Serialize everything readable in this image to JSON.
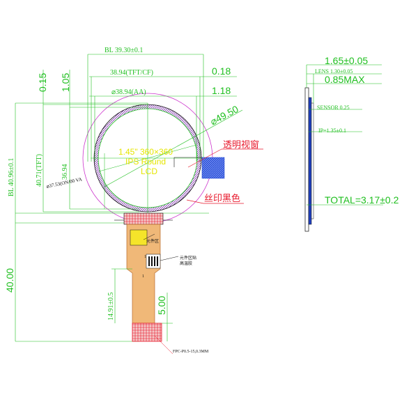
{
  "front": {
    "bl_width": "BL 39.30±0.1",
    "tft_width": "38.94(TFT/CF)",
    "aa_diameter": "⌀38.94(AA)",
    "dim_018": "0.18",
    "dim_118": "1.18",
    "dim_015": "0.15",
    "dim_105": "1.05",
    "outer_diameter": "⌀49.50",
    "bl_height": "BL 40.96±0.1",
    "tft_height": "40.71(TFT)",
    "inner_height": "36.94",
    "va_diameter": "⌀37.53(ON/00 VA",
    "window_label": "透明视窗",
    "ink_label": "丝印黑色",
    "lcd_line1": "1.45\" 360×360",
    "lcd_line2": "IPS Round",
    "lcd_line3": "LCD",
    "component_area": "元件区",
    "component_note_1": "元件区贴",
    "component_note_2": "高温胶",
    "pin_1a": "1",
    "pin_1b": "1",
    "total_height": "40.00",
    "fpc_length": "14.91±0.5",
    "stiffener": "5.00",
    "connector_label": "FPC-P0.5-15,0.3MM"
  },
  "side": {
    "dim_165": "1.65±0.05",
    "lens": "LENS 1.30±0.05",
    "dim_085": "0.85MAX",
    "sensor": "SENSOR 0.25",
    "ip": "IP=1.35±0.1",
    "total": "TOTAL=3.17±0.2"
  },
  "colors": {
    "dimension": "#1fbf1f",
    "outline": "#111111",
    "callout": "#e8192c",
    "window": "#cc33cc",
    "lcd_text": "#e6e600",
    "fpc": "#e0a060",
    "connector": "#e8192c"
  }
}
